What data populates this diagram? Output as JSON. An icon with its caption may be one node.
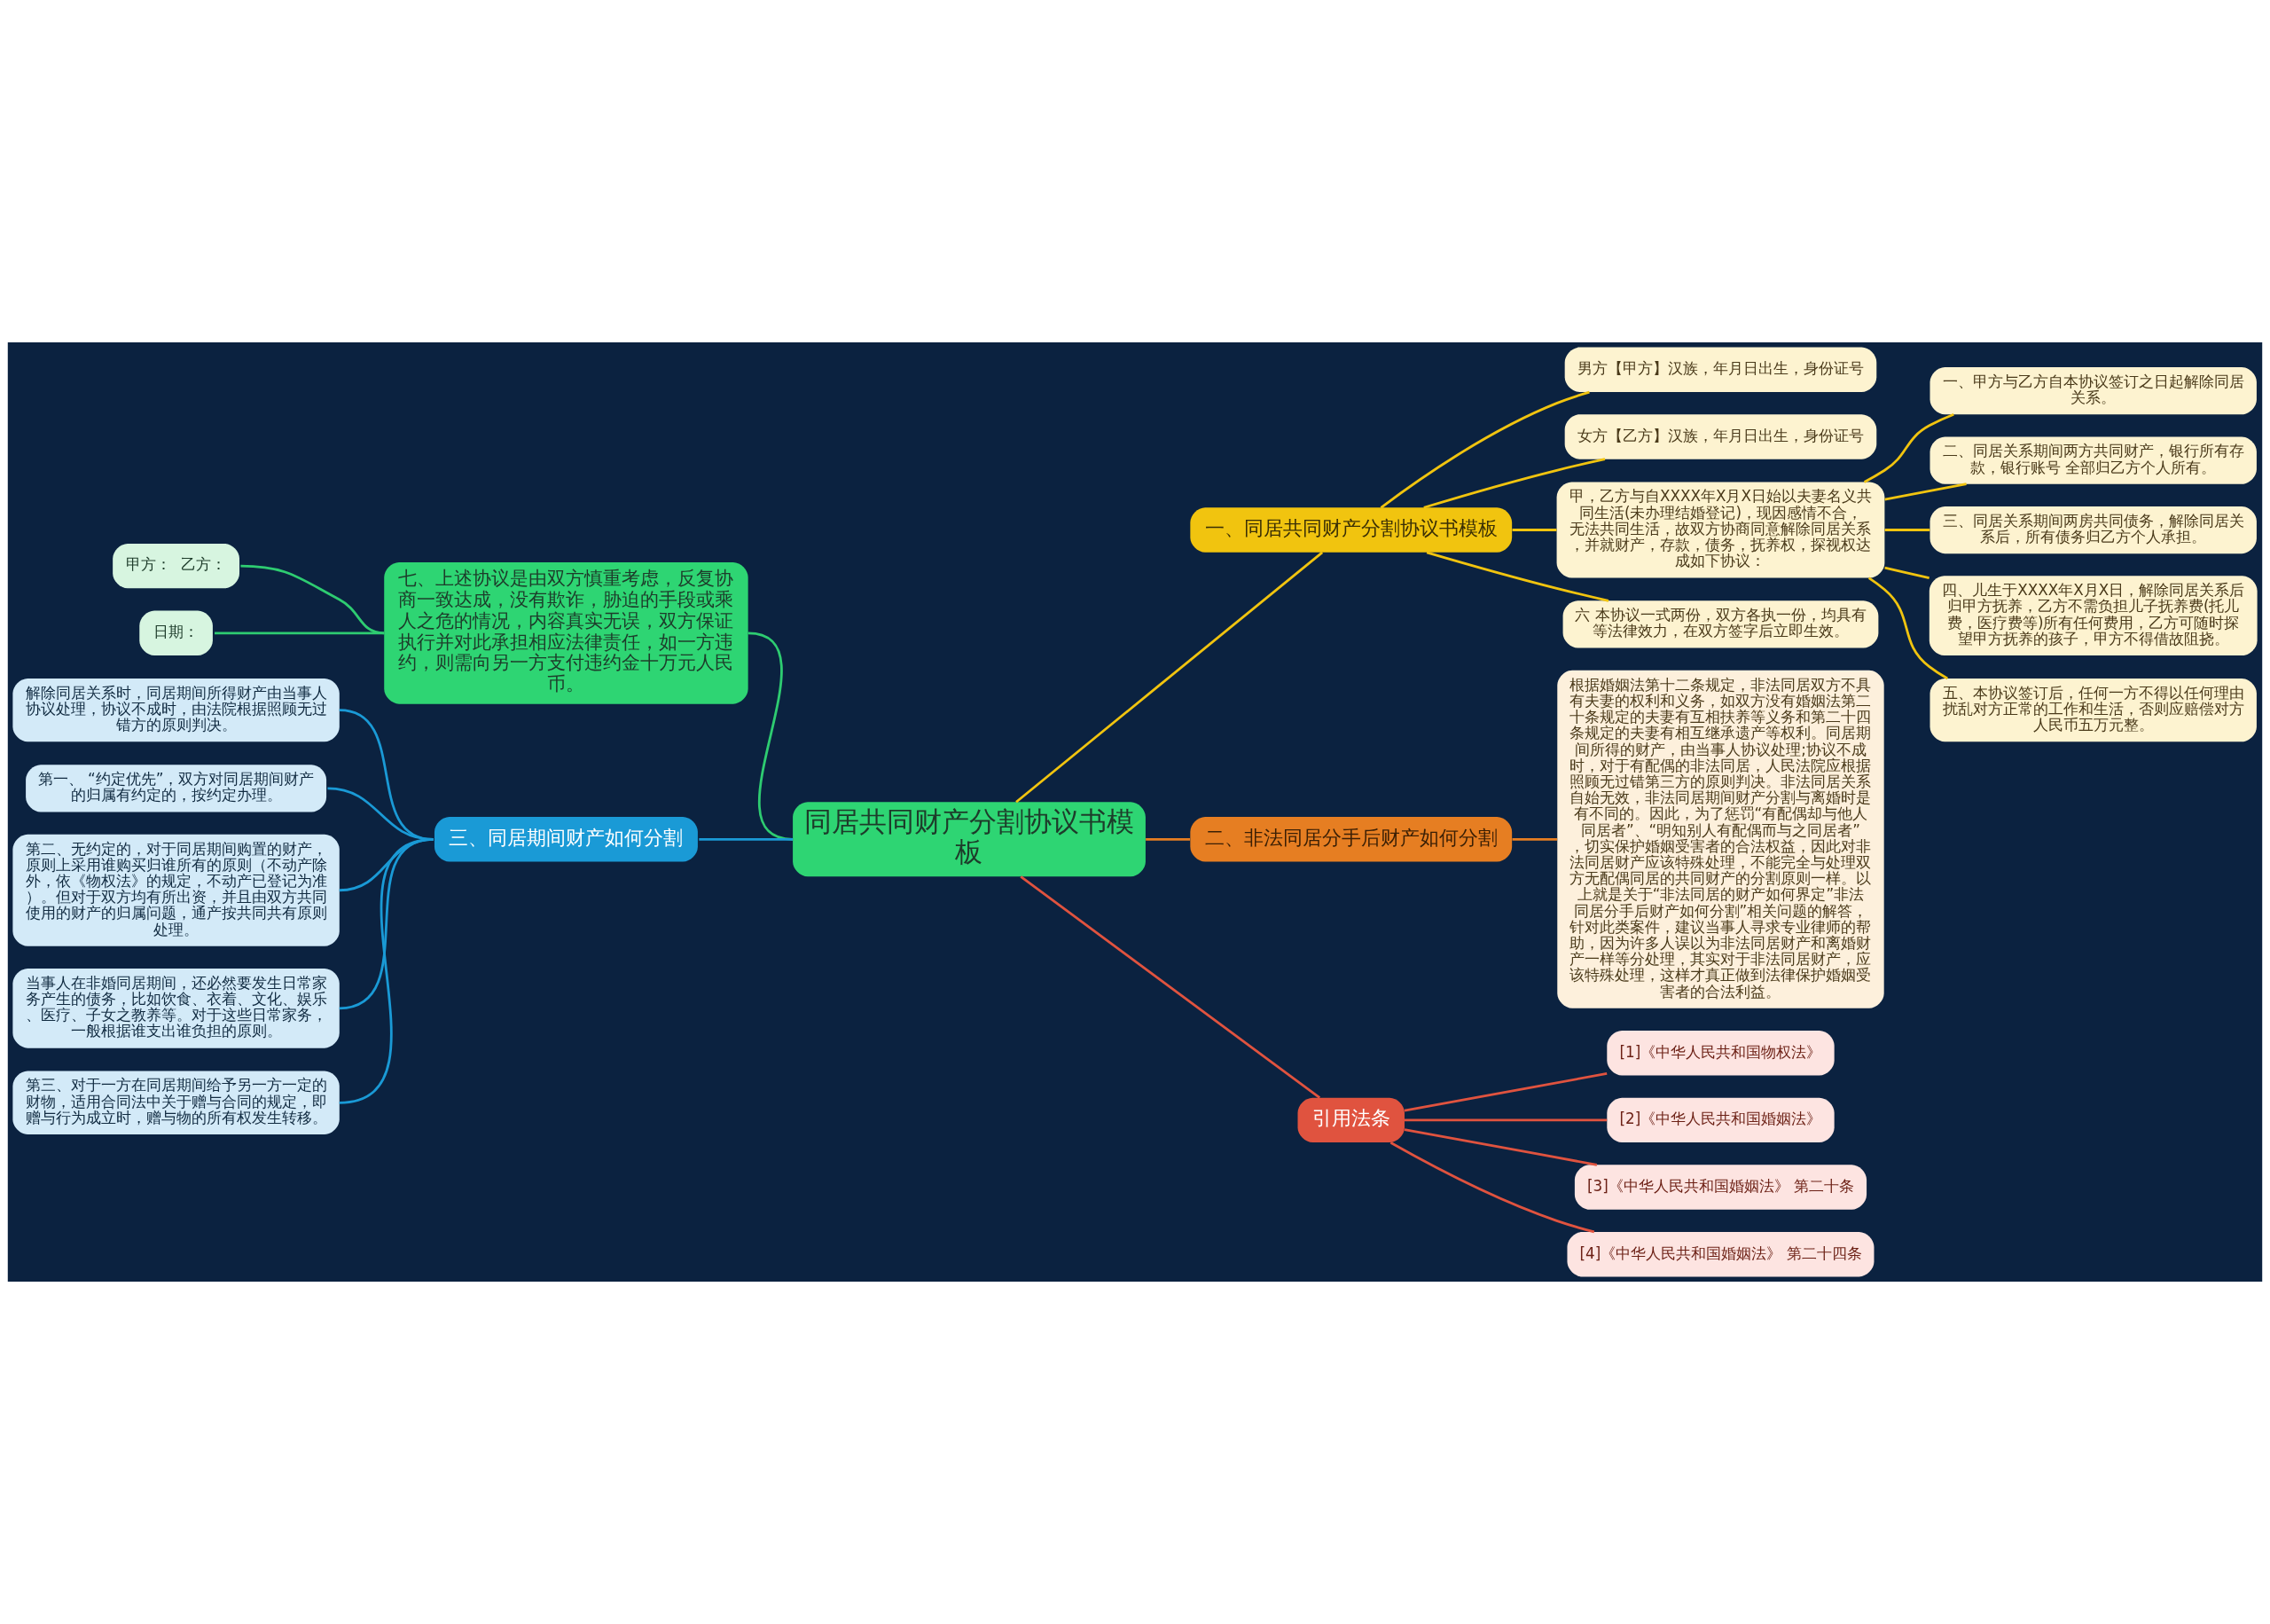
{
  "diagram": {
    "nodes": [
      {
        "text": [
          "同居共同财产分割协议书模板"
        ]
      },
      {
        "text": [
          "一、同居共同财产分割协议书模板"
        ]
      },
      {
        "text": [
          "男方【甲方】汉族，年月日出生，身份证号"
        ]
      },
      {
        "text": [
          "女方【乙方】汉族，年月日出生，身份证号"
        ]
      },
      {
        "text": [
          "甲，乙方与自XXXX年X月X日始以夫妻名义共同生活(未办理结婚登记)，现因感情不合，无法共同生活，故双方协商同意解除同居关系，并就财产，存款，债务，抚养权，探视权达成如下协议："
        ]
      },
      {
        "text": [
          "一、甲方与乙方自本协议签订之日起解除同居关系。"
        ]
      },
      {
        "text": [
          "二、同居关系期间两方共同财产，银行所有存款，银行账号 全部归乙方个人所有。"
        ]
      },
      {
        "text": [
          "三、同居关系期间两房共同债务，解除同居关系后，所有债务归乙方个人承担。"
        ]
      },
      {
        "text": [
          "四、儿生于XXXX年X月X日，解除同居关系后归甲方抚养，乙方不需负担儿子抚养费(托儿费，医疗费等)所有任何费用，乙方可随时探望甲方抚养的孩子，甲方不得借故阻挠。"
        ]
      },
      {
        "text": [
          "五、本协议签订后，任何一方不得以任何理由扰乱对方正常的工作和生活，否则应赔偿对方人民币五万元整。"
        ]
      },
      {
        "text": [
          "六 本协议一式两份，双方各执一份，均具有等法律效力，在双方签字后立即生效。"
        ]
      },
      {
        "text": [
          "二、非法同居分手后财产如何分割"
        ]
      },
      {
        "text": [
          "根据婚姻法第十二条规定，非法同居双方不具有夫妻的权利和义务，如双方没有婚姻法第二十条规定的夫妻有互相扶养等义务和第二十四条规定的夫妻有相互继承遗产等权利。同居期间所得的财产，由当事人协议处理;协议不成时，对于有配偶的非法同居，人民法院应根据照顾无过错第三方的原则判决。非法同居关系自始无效，非法同居期间财产分割与离婚时是有不同的。因此，为了惩罚“有配偶却与他人同居者”、“明知别人有配偶而与之同居者”，切实保护婚姻受害者的合法权益，因此对非法同居财产应该特殊处理，不能完全与处理双方无配偶同居的共同财产的分割原则一样。以上就是关于“非法同居的财产如何界定”非法同居分手后财产如何分割”相关问题的解答，针对此类案件，建议当事人寻求专业律师的帮助，因为许多人误以为非法同居财产和离婚财产一样等分处理，其实对于非法同居财产，应该特殊处理，这样才真正做到法律保护婚姻受害者的合法利益。"
        ]
      },
      {
        "text": [
          "引用法条"
        ]
      },
      {
        "text": [
          "[1]《中华人民共和国物权法》"
        ]
      },
      {
        "text": [
          "[2]《中华人民共和国婚姻法》"
        ]
      },
      {
        "text": [
          "[3]《中华人民共和国婚姻法》 第二十条"
        ]
      },
      {
        "text": [
          "[4]《中华人民共和国婚姻法》 第二十四条"
        ]
      },
      {
        "text": [
          "七、上述协议是由双方慎重考虑，反复协商一致达成，没有欺诈，胁迫的手段或乘人之危的情况，内容真实无误，双方保证执行并对此承担相应法律责任，如一方违约，则需向另一方支付违约金十万元人民币。"
        ]
      },
      {
        "text": [
          "甲方：  乙方："
        ]
      },
      {
        "text": [
          "日期："
        ]
      },
      {
        "text": [
          "三、同居期间财产如何分割"
        ]
      },
      {
        "text": [
          "解除同居关系时，同居期间所得财产由当事人协议处理，协议不成时，由法院根据照顾无过错方的原则判决。"
        ]
      },
      {
        "text": [
          "第一、 “约定优先”，双方对同居期间财产的归属有约定的，按约定办理。"
        ]
      },
      {
        "text": [
          "第二、无约定的，对于同居期间购置的财产，原则上采用谁购买归谁所有的原则（不动产除外，依《物权法》的规定，不动产已登记为准）。但对于双方均有所出资，并且由双方共同使用的财产的归属问题，通产按共同共有原则处理。"
        ]
      },
      {
        "text": [
          "当事人在非婚同居期间，还必然要发生日常家务产生的债务，比如饮食、衣着、文化、娱乐、医疗、子女之教养等。对于这些日常家务，一般根据谁支出谁负担的原则。"
        ]
      },
      {
        "text": [
          "第三、对于一方在同居期间给予另一方一定的财物，适用合同法中关于赠与合同的规定，即赠与行为成立时，赠与物的所有权发生转移。"
        ]
      }
    ],
    "edges": [
      {
        "from": 0,
        "to": 1,
        "arrow": "none"
      },
      {
        "from": 1,
        "to": 2,
        "arrow": "none"
      },
      {
        "from": 1,
        "to": 3,
        "arrow": "none"
      },
      {
        "from": 1,
        "to": 4,
        "arrow": "none"
      },
      {
        "from": 4,
        "to": 5,
        "arrow": "none"
      },
      {
        "from": 4,
        "to": 6,
        "arrow": "none"
      },
      {
        "from": 4,
        "to": 7,
        "arrow": "none"
      },
      {
        "from": 4,
        "to": 8,
        "arrow": "none"
      },
      {
        "from": 4,
        "to": 9,
        "arrow": "none"
      },
      {
        "from": 1,
        "to": 10,
        "arrow": "none"
      },
      {
        "from": 0,
        "to": 11,
        "arrow": "none",
        "color": "#e67e22"
      },
      {
        "from": 11,
        "to": 12,
        "arrow": "none",
        "color": "#e67e22"
      },
      {
        "from": 0,
        "to": 13,
        "arrow": "none",
        "color": "#e0533f"
      },
      {
        "from": 13,
        "to": 14,
        "arrow": "none",
        "color": "#e0533f"
      },
      {
        "from": 13,
        "to": 15,
        "arrow": "none",
        "color": "#e0533f"
      },
      {
        "from": 13,
        "to": 16,
        "arrow": "none",
        "color": "#e0533f"
      },
      {
        "from": 13,
        "to": 17,
        "arrow": "none",
        "color": "#e0533f"
      },
      {
        "from": 0,
        "to": 18,
        "arrow": "none",
        "color": "#2ecc71"
      },
      {
        "from": 18,
        "to": 19,
        "arrow": "none",
        "color": "#2ecc71"
      },
      {
        "from": 18,
        "to": 20,
        "arrow": "none",
        "color": "#2ecc71"
      },
      {
        "from": 0,
        "to": 21,
        "arrow": "none",
        "color": "#1a9ad6"
      },
      {
        "from": 21,
        "to": 22,
        "arrow": "none",
        "color": "#1a9ad6"
      },
      {
        "from": 21,
        "to": 23,
        "arrow": "none",
        "color": "#1a9ad6"
      },
      {
        "from": 21,
        "to": 24,
        "arrow": "none",
        "color": "#1a9ad6"
      },
      {
        "from": 21,
        "to": 25,
        "arrow": "none",
        "color": "#1a9ad6"
      },
      {
        "from": 21,
        "to": 26,
        "arrow": "none",
        "color": "#1a9ad6"
      }
    ]
  }
}
